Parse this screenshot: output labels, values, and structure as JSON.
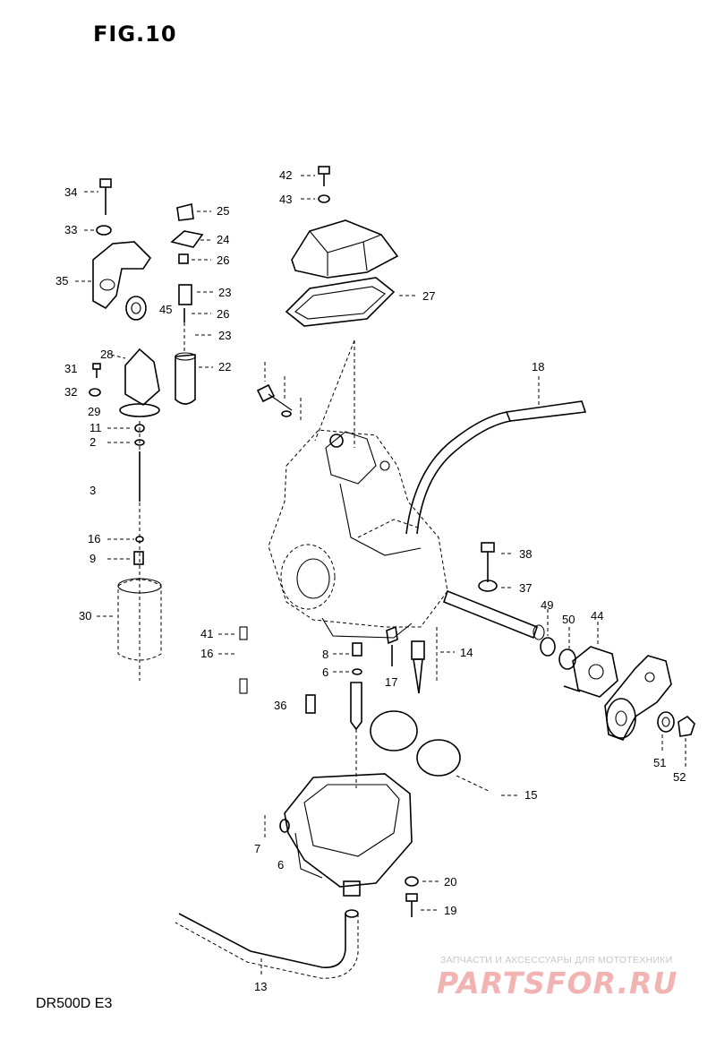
{
  "figure": {
    "title": "FIG.10",
    "model": "DR500D  E3"
  },
  "watermark": {
    "tagline": "ЗАПЧАСТИ И АКСЕССУАРЫ ДЛЯ МОТОТЕХНИКИ",
    "logo": "PARTSFOR.RU"
  },
  "labels": {
    "p34": "34",
    "p33": "33",
    "p35": "35",
    "p25": "25",
    "p24": "24",
    "p26a": "26",
    "p23a": "23",
    "p45": "45",
    "p26b": "26",
    "p23b": "23",
    "p22": "22",
    "p42": "42",
    "p43": "43",
    "p27": "27",
    "p28": "28",
    "p31": "31",
    "p32": "32",
    "p29": "29",
    "p11": "11",
    "p2": "2",
    "p3": "3",
    "p16": "16",
    "p9": "9",
    "p30": "30",
    "p41a": "41",
    "p16b": "16",
    "p18": "18",
    "p38": "38",
    "p37": "37",
    "p49": "49",
    "p50": "50",
    "p44": "44",
    "p51": "51",
    "p52": "52",
    "p8a": "8",
    "p6a": "6",
    "p17": "17",
    "p14": "14",
    "p36": "36",
    "p15": "15",
    "p7": "7",
    "p6b": "6",
    "p20": "20",
    "p19": "19",
    "p13": "13"
  }
}
